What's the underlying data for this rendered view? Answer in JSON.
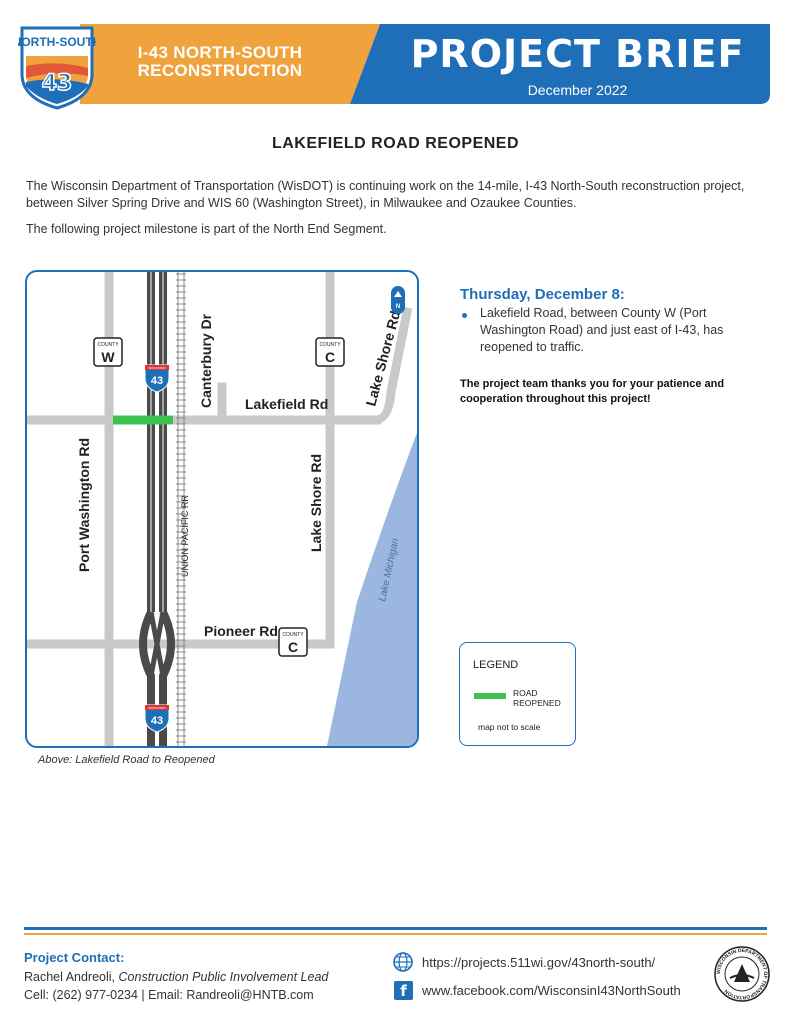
{
  "header": {
    "logo_top": "NORTH-SOUTH",
    "logo_number": "43",
    "project_line1": "I-43 NORTH-SOUTH",
    "project_line2": "RECONSTRUCTION",
    "brief_title": "PROJECT BRIEF",
    "brief_date": "December 2022"
  },
  "headline": "LAKEFIELD ROAD REOPENED",
  "intro": "The Wisconsin Department of Transportation (WisDOT) is continuing work on the 14-mile, I-43 North-South reconstruction project, between Silver Spring Drive and WIS 60 (Washington Street), in Milwaukee and Ozaukee Counties.",
  "intro2": "The following project milestone is part of the North End Segment.",
  "map": {
    "labels": {
      "port_washington": "Port Washington Rd",
      "canterbury": "Canterbury Dr",
      "lakefield": "Lakefield Rd",
      "lake_shore_top": "Lake Shore Rd",
      "lake_shore_mid": "Lake Shore Rd",
      "union_pacific": "UNION PACIFIC RR",
      "pioneer": "Pioneer Rd",
      "lake_michigan": "Lake Michigan",
      "county_word": "COUNTY",
      "county_w": "W",
      "county_c": "C",
      "interstate_word": "WISCONSIN",
      "interstate_num": "43",
      "north": "N"
    },
    "caption": "Above: Lakefield Road to Reopened"
  },
  "milestone": {
    "date": "Thursday, December 8:",
    "bullet": "Lakefield Road, between County W (Port Washington Road) and just east of I-43, has reopened to traffic.",
    "thanks": "The project team thanks you for your patience and cooperation throughout this project!"
  },
  "legend": {
    "title": "LEGEND",
    "item_line1": "ROAD",
    "item_line2": "REOPENED",
    "note": "map not to scale",
    "item_color": "#3cc04e"
  },
  "footer": {
    "contact_head": "Project Contact:",
    "contact_name": "Rachel Andreoli,",
    "contact_role": "Construction Public Involvement Lead",
    "contact_line2": "Cell: (262) 977-0234  | Email: Randreoli@HNTB.com",
    "website": "https://projects.511wi.gov/43north-south/",
    "facebook": "www.facebook.com/WisconsinI43NorthSouth",
    "seal_text": "WISCONSIN DEPARTMENT OF TRANSPORTATION"
  },
  "colors": {
    "blue": "#1e6fb8",
    "orange": "#f0a23c",
    "road_gray": "#c9c9c9",
    "interstate_dark": "#4a4a4a",
    "lake_blue": "#9bb7e0",
    "reopened_green": "#3cc04e"
  }
}
